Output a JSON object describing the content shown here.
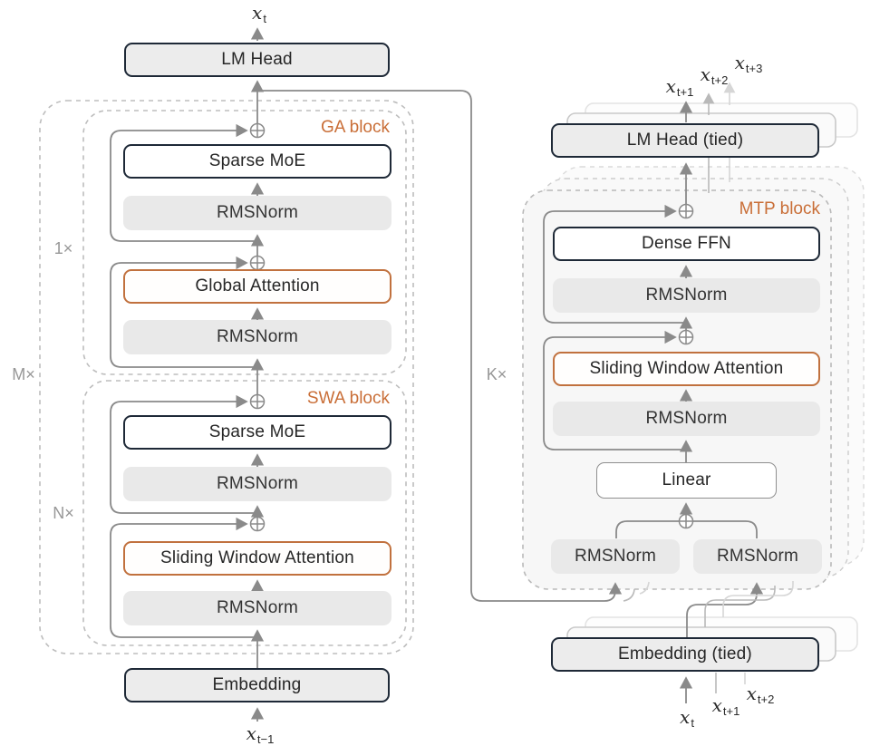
{
  "title": "Hybrid attention MoE transformer with multi-token prediction (MTP) architecture diagram",
  "colors": {
    "accent_orange": "#c1713e",
    "box_border_dark": "#1e2937",
    "box_fill_gray": "#ececec",
    "rmsnorm_fill": "#e9e9e9",
    "wire_gray": "#8a8a8a",
    "dashed_gray": "#bdbdbd"
  },
  "labels": {
    "lm_head": "LM Head",
    "lm_head_tied": "LM Head (tied)",
    "sparse_moe": "Sparse MoE",
    "rmsnorm": "RMSNorm",
    "global_attention": "Global Attention",
    "sliding_window_attention": "Sliding Window Attention",
    "dense_ffn": "Dense FFN",
    "linear": "Linear",
    "embedding": "Embedding",
    "embedding_tied": "Embedding (tied)",
    "ga_block": "GA block",
    "swa_block": "SWA block",
    "mtp_block": "MTP block",
    "mult_m": "M×",
    "mult_1": "1×",
    "mult_n": "N×",
    "mult_k": "K×"
  },
  "math": {
    "x_t": {
      "base": "x",
      "sub": "t"
    },
    "x_tm1": {
      "base": "x",
      "sub": "t−1"
    },
    "x_tp1": {
      "base": "x",
      "sub": "t+1"
    },
    "x_tp2": {
      "base": "x",
      "sub": "t+2"
    },
    "x_tp3": {
      "base": "x",
      "sub": "t+3"
    }
  }
}
